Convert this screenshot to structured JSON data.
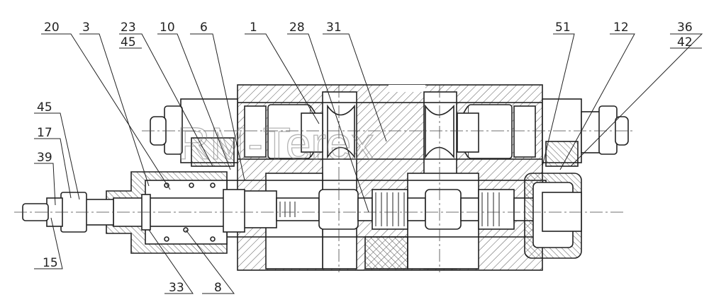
{
  "drawing": {
    "watermark": "RM-Terex",
    "callouts": {
      "c20": "20",
      "c3": "3",
      "c23": "23",
      "c45a": "45",
      "c10": "10",
      "c6": "6",
      "c1": "1",
      "c28": "28",
      "c31": "31",
      "c51": "51",
      "c12": "12",
      "c36": "36",
      "c42": "42",
      "c45b": "45",
      "c17": "17",
      "c39": "39",
      "c15": "15",
      "c33": "33",
      "c8": "8"
    }
  },
  "colors": {
    "line": "#222222",
    "hatch": "#555555",
    "background": "#ffffff"
  }
}
